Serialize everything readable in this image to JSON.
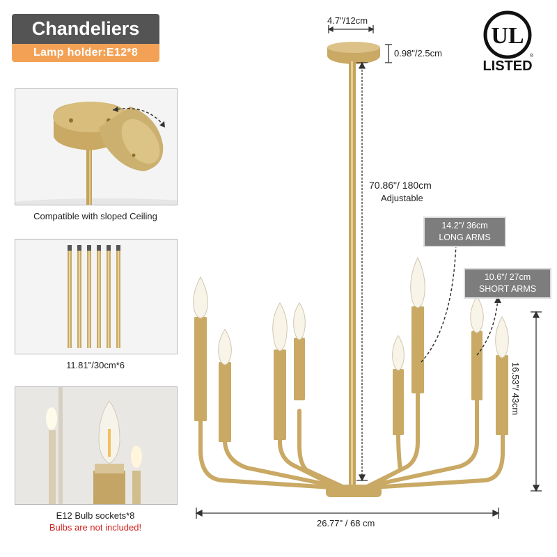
{
  "header": {
    "title": "Chandeliers",
    "subtitle": "Lamp holder:E12*8"
  },
  "badge": {
    "mark": "UL",
    "label": "LISTED"
  },
  "panels": [
    {
      "caption": "Compatible with sloped Ceiling"
    },
    {
      "caption": "11.81\"/30cm*6"
    },
    {
      "caption": "E12 Bulb sockets*8",
      "warning": "Bulbs are not included!"
    }
  ],
  "dimensions": {
    "canopy_width": "4.7\"/12cm",
    "canopy_height": "0.98\"/2.5cm",
    "rod_length": "70.86\"/ 180cm",
    "rod_note": "Adjustable",
    "height": "16.53\"/ 43cm",
    "width": "26.77\" / 68 cm"
  },
  "callouts": {
    "long_arms": {
      "size": "14.2\"/ 36cm",
      "label": "LONG ARMS"
    },
    "short_arms": {
      "size": "10.6\"/ 27cm",
      "label": "SHORT ARMS"
    }
  },
  "colors": {
    "brass": "#c9a964",
    "header_bg": "#545454",
    "subtitle_bg": "#f3a155",
    "warning": "#d0201c",
    "tag_bg": "#7d7d7d"
  }
}
